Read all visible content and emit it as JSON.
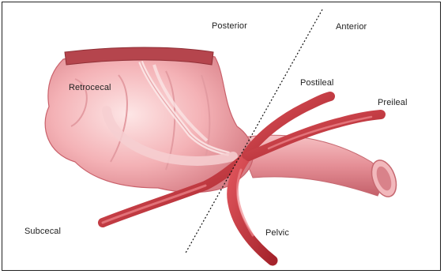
{
  "labels": {
    "posterior": "Posterior",
    "anterior": "Anterior",
    "retrocecal": "Retrocecal",
    "postileal": "Postileal",
    "preileal": "Preileal",
    "subcecal": "Subcecal",
    "pelvic": "Pelvic"
  },
  "colors": {
    "cecum": "#f0a3a8",
    "cecum_dark": "#c9606a",
    "appendix": "#c8323a",
    "ileum": "#e07f87"
  }
}
